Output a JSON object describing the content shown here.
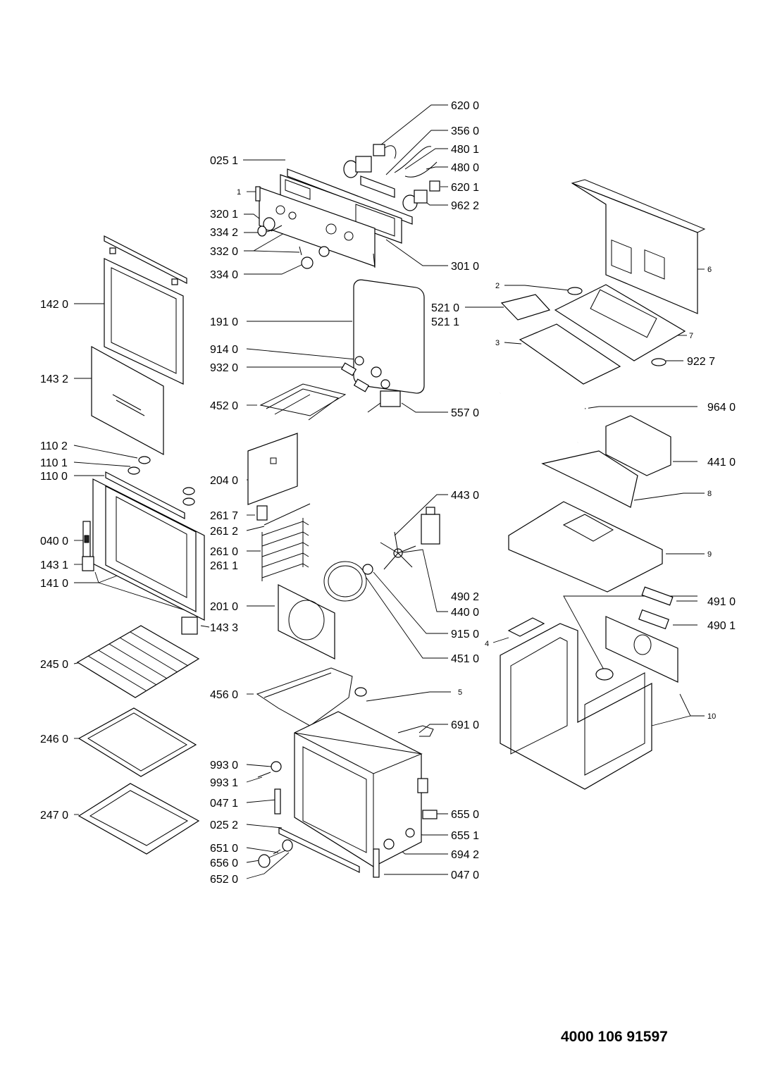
{
  "document_number": "4000 106 91597",
  "callouts": {
    "c6200": "620 0",
    "c3560": "356 0",
    "c4801": "480 1",
    "c4800": "480 0",
    "c6201": "620 1",
    "c9622": "962 2",
    "c0251": "025 1",
    "c3201": "320 1",
    "c3342": "334 2",
    "c3320": "332 0",
    "c3340": "334 0",
    "c3010": "301 0",
    "c1420": "142 0",
    "c1910": "191 0",
    "c9140": "914 0",
    "c9320": "932 0",
    "c1432": "143 2",
    "c4520": "452 0",
    "c5570": "557 0",
    "c9640": "964 0",
    "c1102": "110 2",
    "c1101": "110 1",
    "c1100": "110 0",
    "c2040": "204 0",
    "c4410": "441 0",
    "c4430": "443 0",
    "c2617": "261 7",
    "c2612": "261 2",
    "c0400": "040 0",
    "c2610": "261 0",
    "c2611": "261 1",
    "c1431": "143 1",
    "c1410": "141 0",
    "c2010": "201 0",
    "c4400": "440 0",
    "c4902": "490 2",
    "c4910": "491 0",
    "c1433": "143 3",
    "c9150": "915 0",
    "c4901": "490 1",
    "c2450": "245 0",
    "c4510": "451 0",
    "c4560": "456 0",
    "c6910": "691 0",
    "c2460": "246 0",
    "c9930": "993 0",
    "c9931": "993 1",
    "c0471": "047 1",
    "c6550": "655 0",
    "c2470": "247 0",
    "c0252": "025 2",
    "c6551": "655 1",
    "c6510": "651 0",
    "c6942": "694 2",
    "c6560": "656 0",
    "c6520": "652 0",
    "c0470": "047 0",
    "c5210": "521 0",
    "c5211": "521 1",
    "c9227": "922 7"
  },
  "reference_numbers": [
    "1",
    "2",
    "3",
    "4",
    "5",
    "6",
    "7",
    "8",
    "9",
    "10"
  ]
}
